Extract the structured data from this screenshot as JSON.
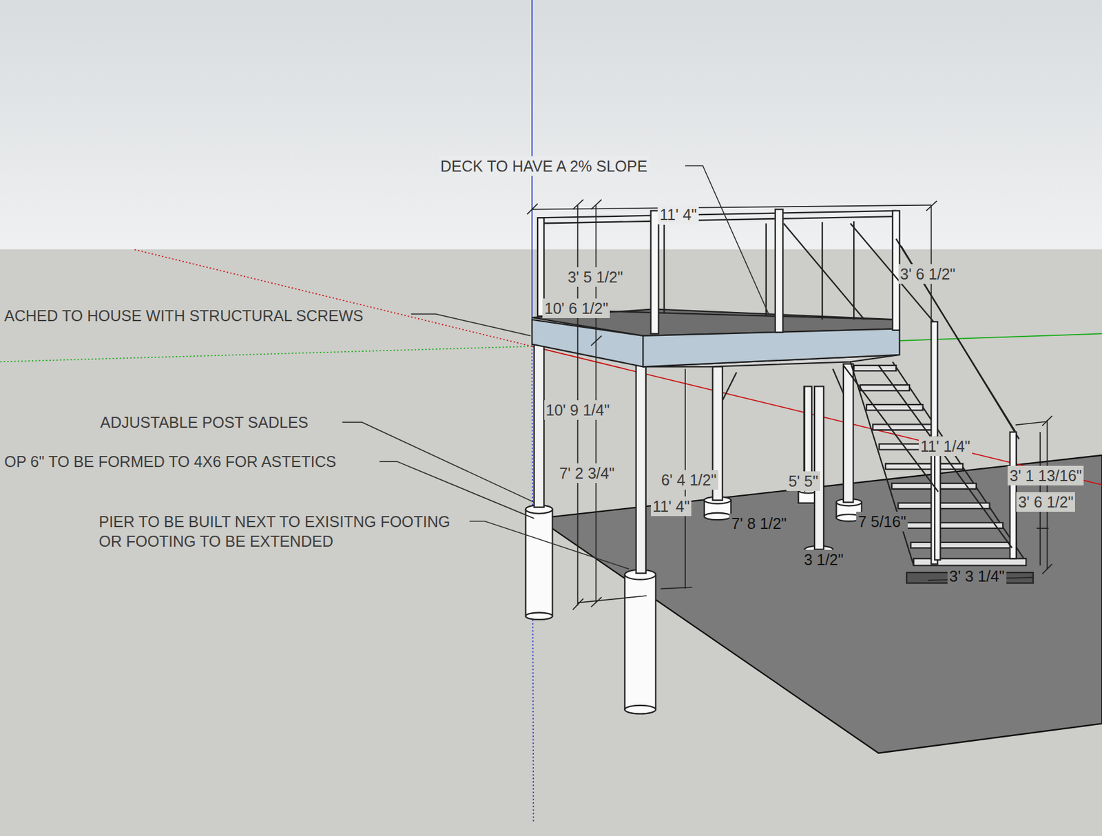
{
  "diagram": {
    "labels": [
      "DECK TO HAVE A 2% SLOPE",
      "ACHED TO HOUSE WITH STRUCTURAL SCREWS",
      "ADJUSTABLE POST SADLES",
      "OP 6\" TO BE FORMED TO 4X6 FOR ASTETICS",
      "PIER TO BE BUILT NEXT TO EXISITNG FOOTING OR FOOTING TO BE EXTENDED",
      "11' 4\"",
      "3' 5 1/2\"",
      "10' 6 1/2\"",
      "3' 6 1/2\"",
      "10' 9 1/4\"",
      "7' 2 3/4\"",
      "6' 4 1/2\"",
      "11' 4\"",
      "5' 5\"",
      "7' 8 1/2\"",
      "3 1/2\"",
      "7 5/16\"",
      "11' 1/4\"",
      "3' 1 13/16\"",
      "3' 6 1/2\"",
      "3' 3 1/4\""
    ]
  }
}
